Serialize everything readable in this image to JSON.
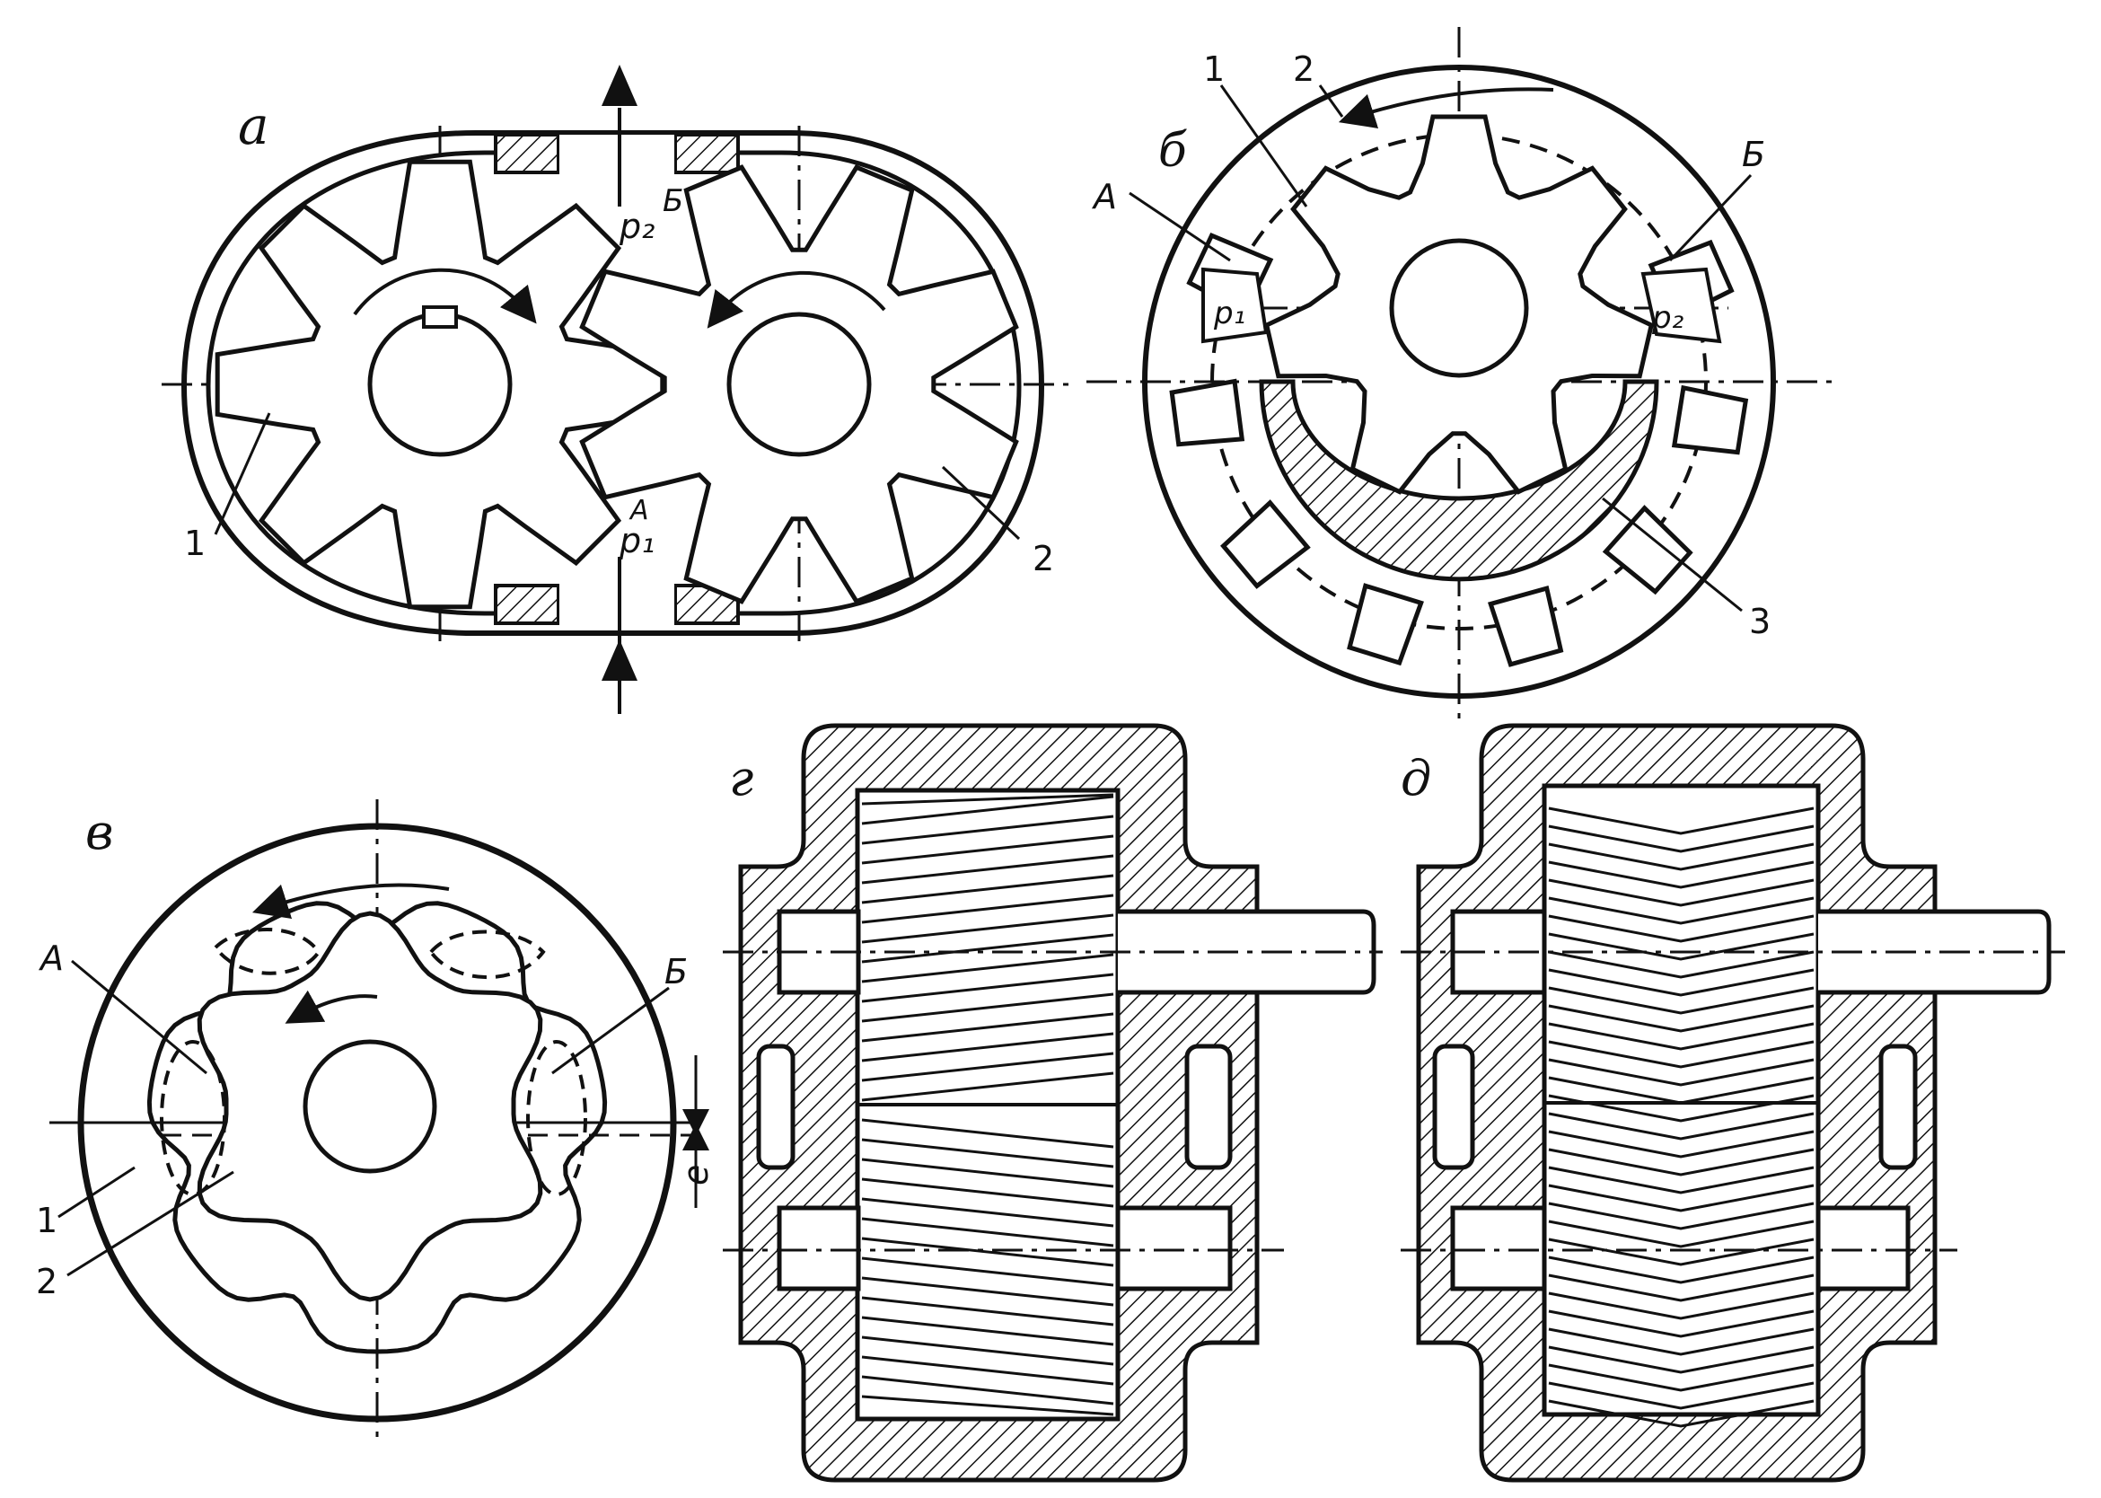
{
  "panels": {
    "a": {
      "label": "а",
      "parts": [
        "1",
        "2"
      ],
      "pressures": {
        "upper": "p₂",
        "upper_port": "Б",
        "lower": "p₁",
        "lower_port": "А"
      }
    },
    "b": {
      "label": "б",
      "parts": [
        "1",
        "2",
        "3"
      ],
      "ports": [
        "А",
        "Б"
      ],
      "pressures": [
        "p₁",
        "p₂"
      ]
    },
    "v": {
      "label": "в",
      "parts": [
        "1",
        "2"
      ],
      "ports": [
        "А",
        "Б"
      ],
      "eccentricity": "e"
    },
    "g": {
      "label": "г"
    },
    "d": {
      "label": "д"
    }
  },
  "colors": {
    "ink": "#111111",
    "paper": "#ffffff"
  }
}
